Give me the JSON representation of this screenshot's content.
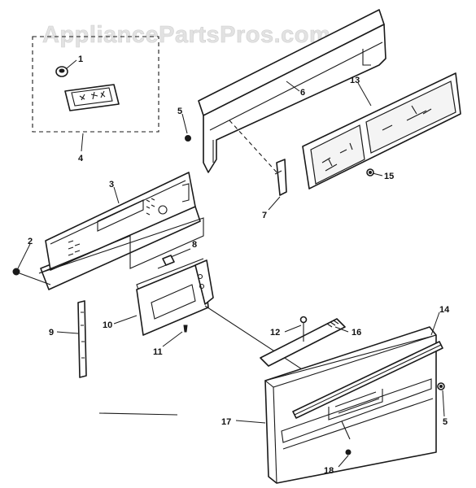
{
  "watermark": "AppliancePartsPros.com",
  "callouts": {
    "c1": "1",
    "c2": "2",
    "c3": "3",
    "c4": "4",
    "c5a": "5",
    "c5b": "5",
    "c6": "6",
    "c7": "7",
    "c8": "8",
    "c9": "9",
    "c10": "10",
    "c11": "11",
    "c12": "12",
    "c13": "13",
    "c14": "14",
    "c15": "15",
    "c16": "16",
    "c17": "17",
    "c18": "18"
  }
}
